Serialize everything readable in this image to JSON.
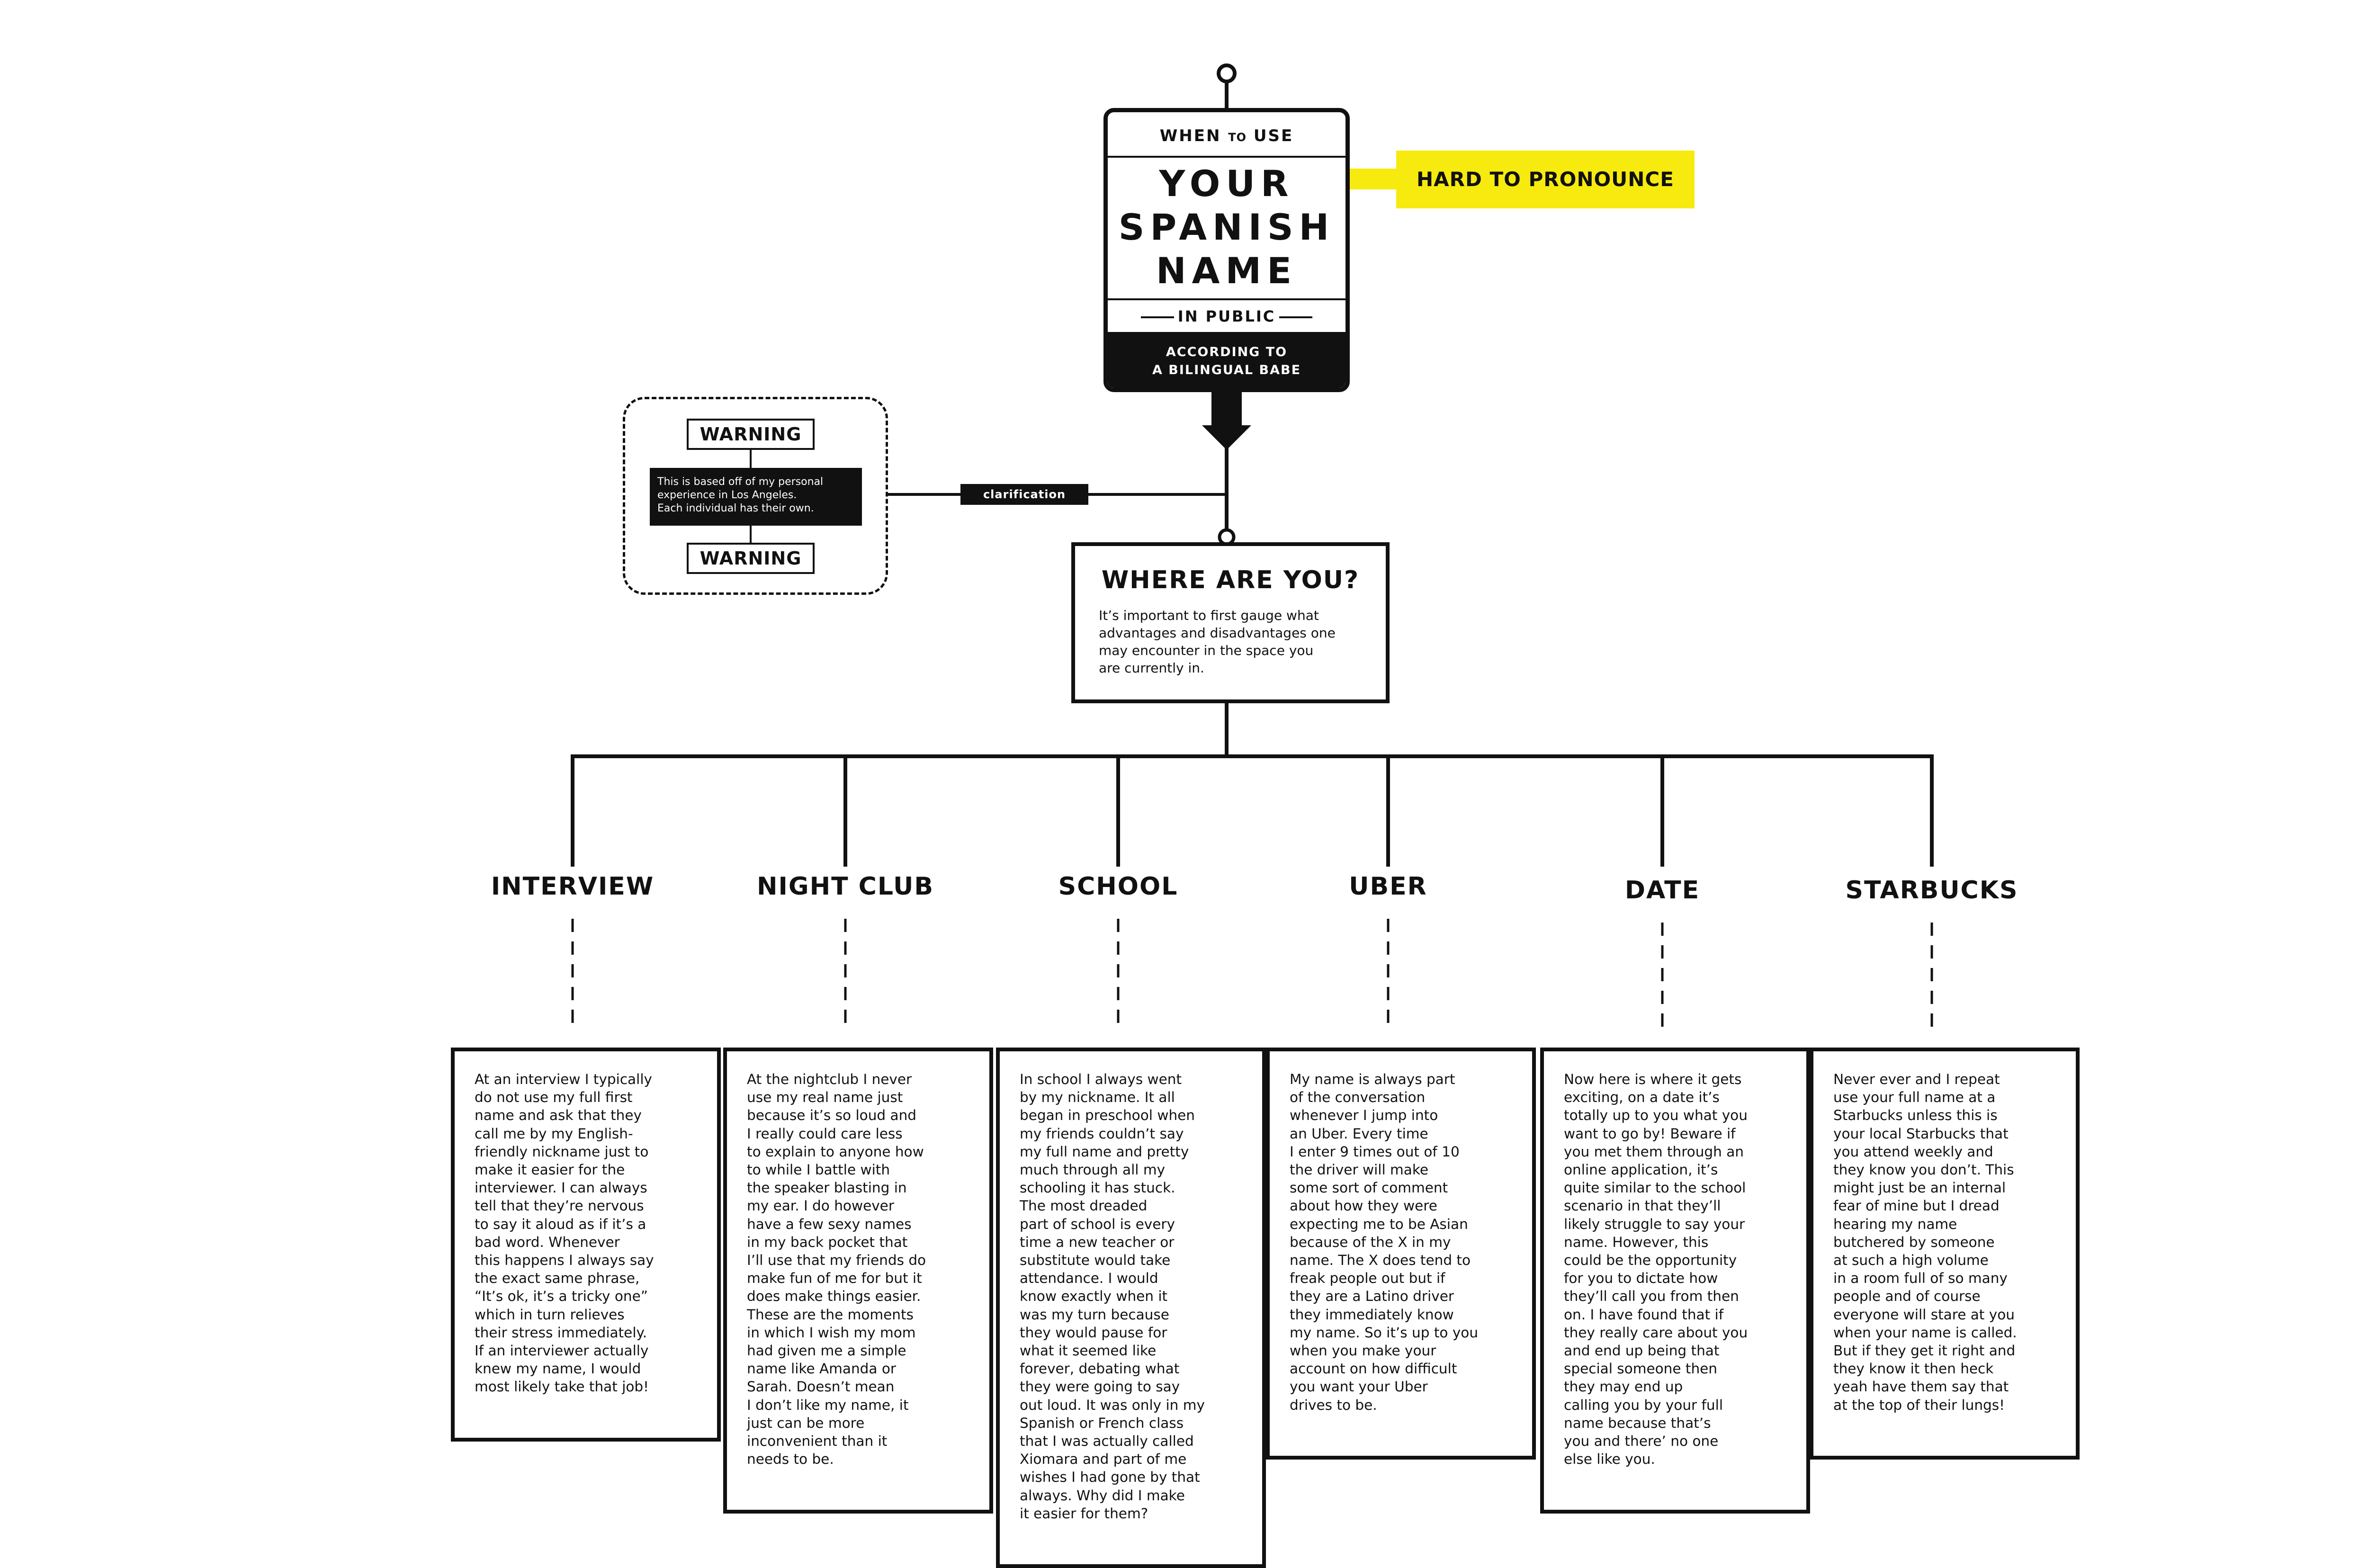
{
  "header": {
    "when": "WHEN",
    "to": "TO",
    "use": "USE",
    "title_lines": [
      "YOUR",
      "SPANISH",
      "NAME"
    ],
    "in_public": "IN PUBLIC",
    "according_lines": [
      "ACCORDING TO",
      "A BILINGUAL BABE"
    ]
  },
  "callout": {
    "label": "HARD TO PRONOUNCE",
    "color": "#f7ea0f"
  },
  "warning": {
    "top": "WARNING",
    "bottom": "WARNING",
    "note_lines": [
      "This is based off of my personal",
      "experience in Los Angeles.",
      "Each individual has their own."
    ],
    "connector_label": "clarification"
  },
  "where": {
    "title": "WHERE ARE YOU?",
    "desc_lines": [
      "It’s important to first gauge what",
      "advantages and disadvantages one",
      "may encounter in the space you",
      "are currently in."
    ]
  },
  "categories": [
    {
      "label": "INTERVIEW",
      "lines": [
        "At an interview I typically",
        "do not use my full first",
        "name and ask that they",
        "call me by my English-",
        "friendly nickname just to",
        "make it easier for the",
        "interviewer. I can always",
        "tell that they’re nervous",
        "to say it aloud as if it’s a",
        "bad word. Whenever",
        "this happens I always say",
        "the exact same phrase,",
        "“It’s ok, it’s a tricky one”",
        "which in turn relieves",
        "their stress immediately.",
        "If an interviewer actually",
        "knew my name, I would",
        "most likely take that job!"
      ]
    },
    {
      "label": "NIGHT CLUB",
      "lines": [
        "At the nightclub I never",
        "use my real name just",
        "because it’s so loud and",
        "I really could care less",
        "to explain to anyone how",
        "to while I battle with",
        "the speaker blasting in",
        "my ear. I do however",
        "have a few sexy names",
        "in my back pocket that",
        "I’ll use that my friends do",
        "make fun of me for but it",
        "does make things easier.",
        "These are the moments",
        "in which I wish my mom",
        "had given me a simple",
        "name like Amanda or",
        "Sarah. Doesn’t mean",
        "I don’t like my name, it",
        "just can be more",
        "inconvenient than it",
        "needs to be."
      ]
    },
    {
      "label": "SCHOOL",
      "lines": [
        "In school I always went",
        "by my nickname. It all",
        "began in preschool when",
        "my friends couldn’t say",
        "my full name and pretty",
        "much through all my",
        "schooling it has stuck.",
        "The most dreaded",
        "part of school is every",
        "time a new teacher or",
        "substitute would take",
        "attendance. I would",
        "know exactly when it",
        "was my turn because",
        "they would pause for",
        "what it seemed like",
        "forever, debating what",
        "they were going to say",
        "out loud. It was only in my",
        "Spanish or French class",
        "that I was actually called",
        "Xiomara and part of me",
        "wishes I had gone by that",
        "always. Why did I make",
        "it easier for them?"
      ]
    },
    {
      "label": "UBER",
      "lines": [
        "My name is always part",
        "of the conversation",
        "whenever I jump into",
        "an Uber. Every time",
        "I enter 9 times out of 10",
        "the driver will make",
        "some sort of comment",
        "about how they were",
        "expecting me to be Asian",
        "because of the X in my",
        "name. The X does tend to",
        "freak people out but if",
        "they are a Latino driver",
        "they immediately know",
        "my name. So it’s up to you",
        "when you make your",
        "account on how difficult",
        "you want your Uber",
        "drives to be."
      ]
    },
    {
      "label": "DATE",
      "lines": [
        "Now here is where it gets",
        "exciting, on a date it’s",
        "totally up to you what you",
        "want to go by! Beware if",
        "you met them through an",
        "online application, it’s",
        "quite similar to the school",
        "scenario in that they’ll",
        "likely struggle to say your",
        "name. However, this",
        "could be the opportunity",
        "for you to dictate how",
        "they’ll call you from then",
        "on. I have found that if",
        "they really care about you",
        "and end up being that",
        "special someone then",
        "they may end up",
        "calling you by your full",
        "name because that’s",
        "you and there’ no one",
        "else like you."
      ]
    },
    {
      "label": "STARBUCKS",
      "lines": [
        "Never ever and I repeat",
        "use your full name at a",
        "Starbucks unless this is",
        "your local Starbucks that",
        "you attend weekly and",
        "they know you don’t. This",
        "might just be an internal",
        "fear of mine but I dread",
        "hearing my name",
        "butchered by someone",
        "at such a high volume",
        "in a room full of so many",
        "people and of course",
        "everyone will stare at you",
        "when your name is called.",
        "But if they get it right and",
        "they know it then heck",
        "yeah have them say that",
        "at the top of their lungs!"
      ]
    }
  ]
}
